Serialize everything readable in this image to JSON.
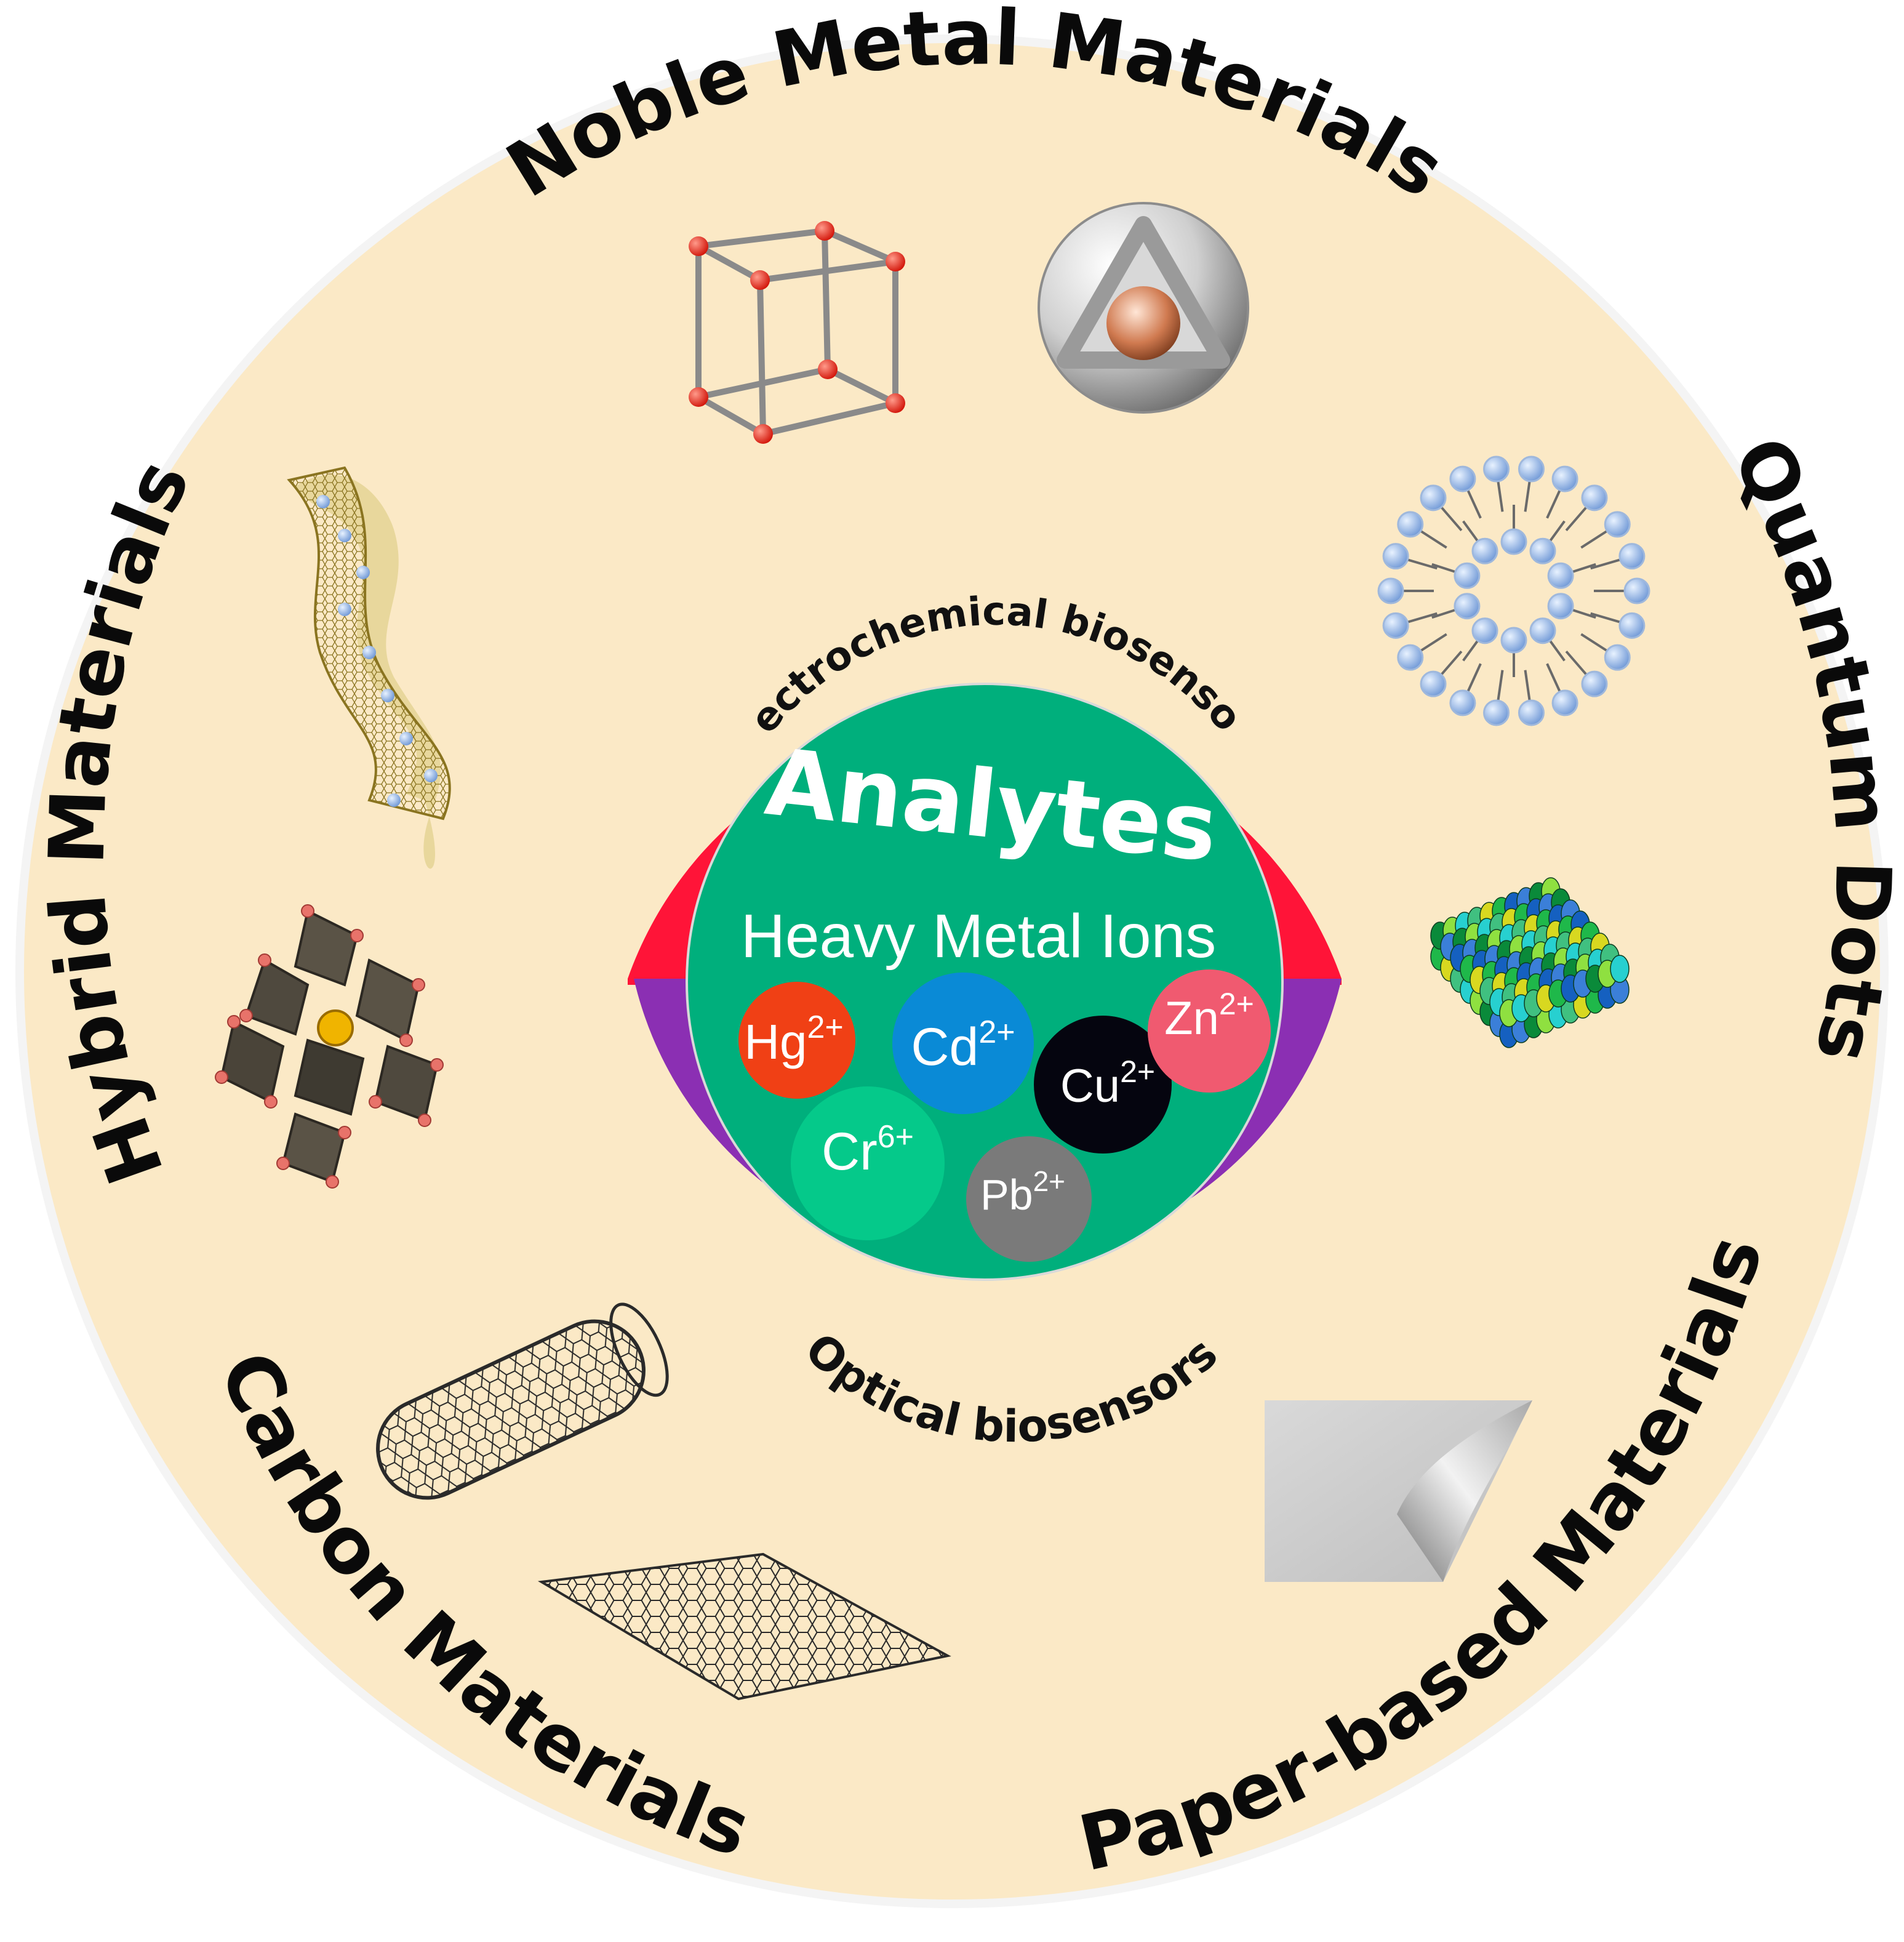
{
  "ring_labels": {
    "noble": "Noble Metal Materials",
    "quantum": "Quantum Dots",
    "paper": "Paper-based Materials",
    "carbon": "Carbon Materials",
    "hybrid": "Hybrid Materials"
  },
  "sensors": {
    "electrochemical": "Electrochemical biosensors",
    "optical": "Optical biosensors"
  },
  "center": {
    "title": "Analytes",
    "subtitle": "Heavy Metal Ions"
  },
  "ions": [
    {
      "base": "Hg",
      "charge": "2+",
      "color": "#f04015"
    },
    {
      "base": "Cd",
      "charge": "2+",
      "color": "#0a8ad6"
    },
    {
      "base": "Cu",
      "charge": "2+",
      "color": "#05050f"
    },
    {
      "base": "Zn",
      "charge": "2+",
      "color": "#f05a70"
    },
    {
      "base": "Cr",
      "charge": "6+",
      "color": "#05c98a"
    },
    {
      "base": "Pb",
      "charge": "2+",
      "color": "#7a7a7a"
    }
  ],
  "colors": {
    "background_disc": "#fbe9c6",
    "electrochemical_arc": "#ff1438",
    "optical_arc": "#8b2fb3",
    "analytes_disc": "#00af7c"
  }
}
